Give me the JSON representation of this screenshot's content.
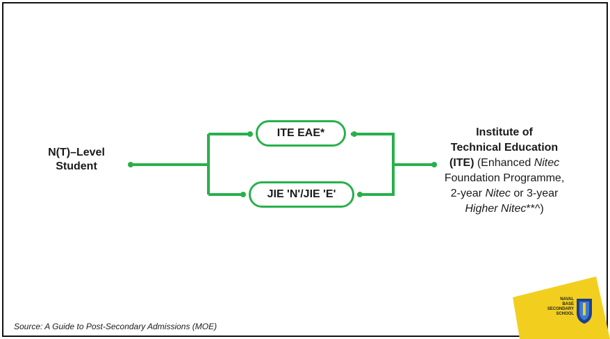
{
  "student": {
    "line1": "N(T)–Level",
    "line2": "Student"
  },
  "pathways": {
    "top": "ITE EAE*",
    "bottom": "JIE 'N'/JIE 'E'"
  },
  "ite": {
    "title1": "Institute of",
    "title2": "Technical Education",
    "abbr": "(ITE)",
    "p1": " (Enhanced ",
    "nitec": "Nitec",
    "p2": "Foundation Programme,",
    "p3": "2-year ",
    "nitec2": "Nitec",
    "p4": " or 3-year",
    "higher": "Higher Nitec",
    "p5": "**^)"
  },
  "source": "Source: A Guide to Post-Secondary Admissions (MOE)",
  "logo": {
    "line1": "NAVAL",
    "line2": "BASE",
    "line3": "SECONDARY",
    "line4": "SCHOOL"
  },
  "colors": {
    "connector": "#27b04b",
    "logo_bg": "#f2cf1f"
  }
}
